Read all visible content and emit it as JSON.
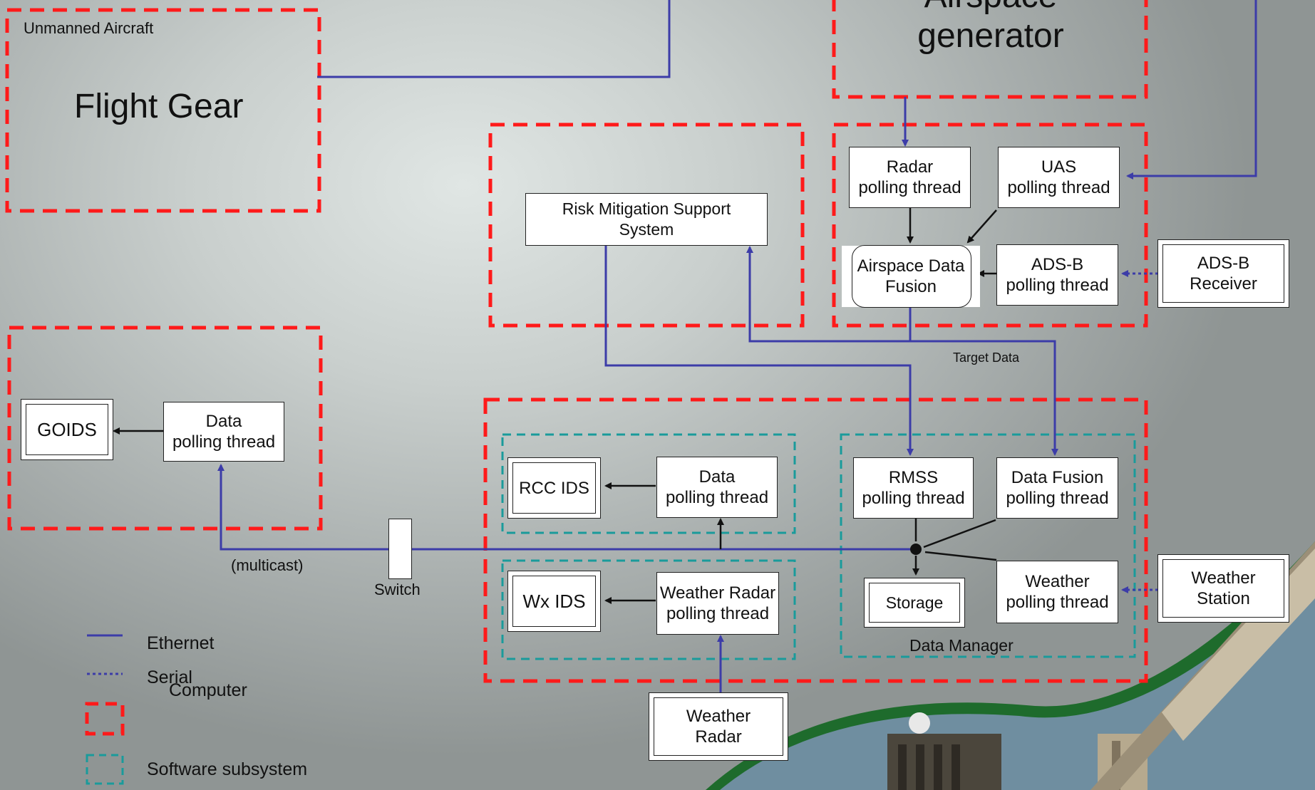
{
  "colors": {
    "computer_border": "#ff1a1a",
    "subsystem_border": "#1a9b9b",
    "ethernet": "#3c3ca8",
    "serial": "#3c3ca8"
  },
  "top": {
    "unmanned_aircraft": "Unmanned Aircraft",
    "flight_gear": "Flight Gear",
    "airspace_generator": "Airspace\ngenerator"
  },
  "fusion_computer": {
    "radar_thread": "Radar\npolling thread",
    "uas_thread": "UAS\npolling thread",
    "airspace_fusion": "Airspace Data\nFusion",
    "adsb_thread": "ADS-B\npolling thread",
    "adsb_receiver": "ADS-B\nReceiver",
    "target_data": "Target Data"
  },
  "rmss": {
    "label": "Risk Mitigation Support\nSystem"
  },
  "goids": {
    "display": "GOIDS",
    "thread": "Data\npolling thread"
  },
  "rcc": {
    "display": "RCC IDS",
    "thread": "Data\npolling thread"
  },
  "wx": {
    "display": "Wx IDS",
    "thread": "Weather Radar\npolling thread",
    "radar": "Weather\nRadar"
  },
  "data_manager": {
    "rmss_thread": "RMSS\npolling thread",
    "fusion_thread": "Data Fusion\npolling thread",
    "weather_thread": "Weather\npolling thread",
    "storage": "Storage",
    "label": "Data Manager"
  },
  "weather_station": "Weather\nStation",
  "network": {
    "switch": "Switch",
    "multicast": "(multicast)"
  },
  "legend": {
    "ethernet": "Ethernet",
    "serial": "Serial",
    "computer": "Computer",
    "software_subsystem": "Software subsystem"
  }
}
